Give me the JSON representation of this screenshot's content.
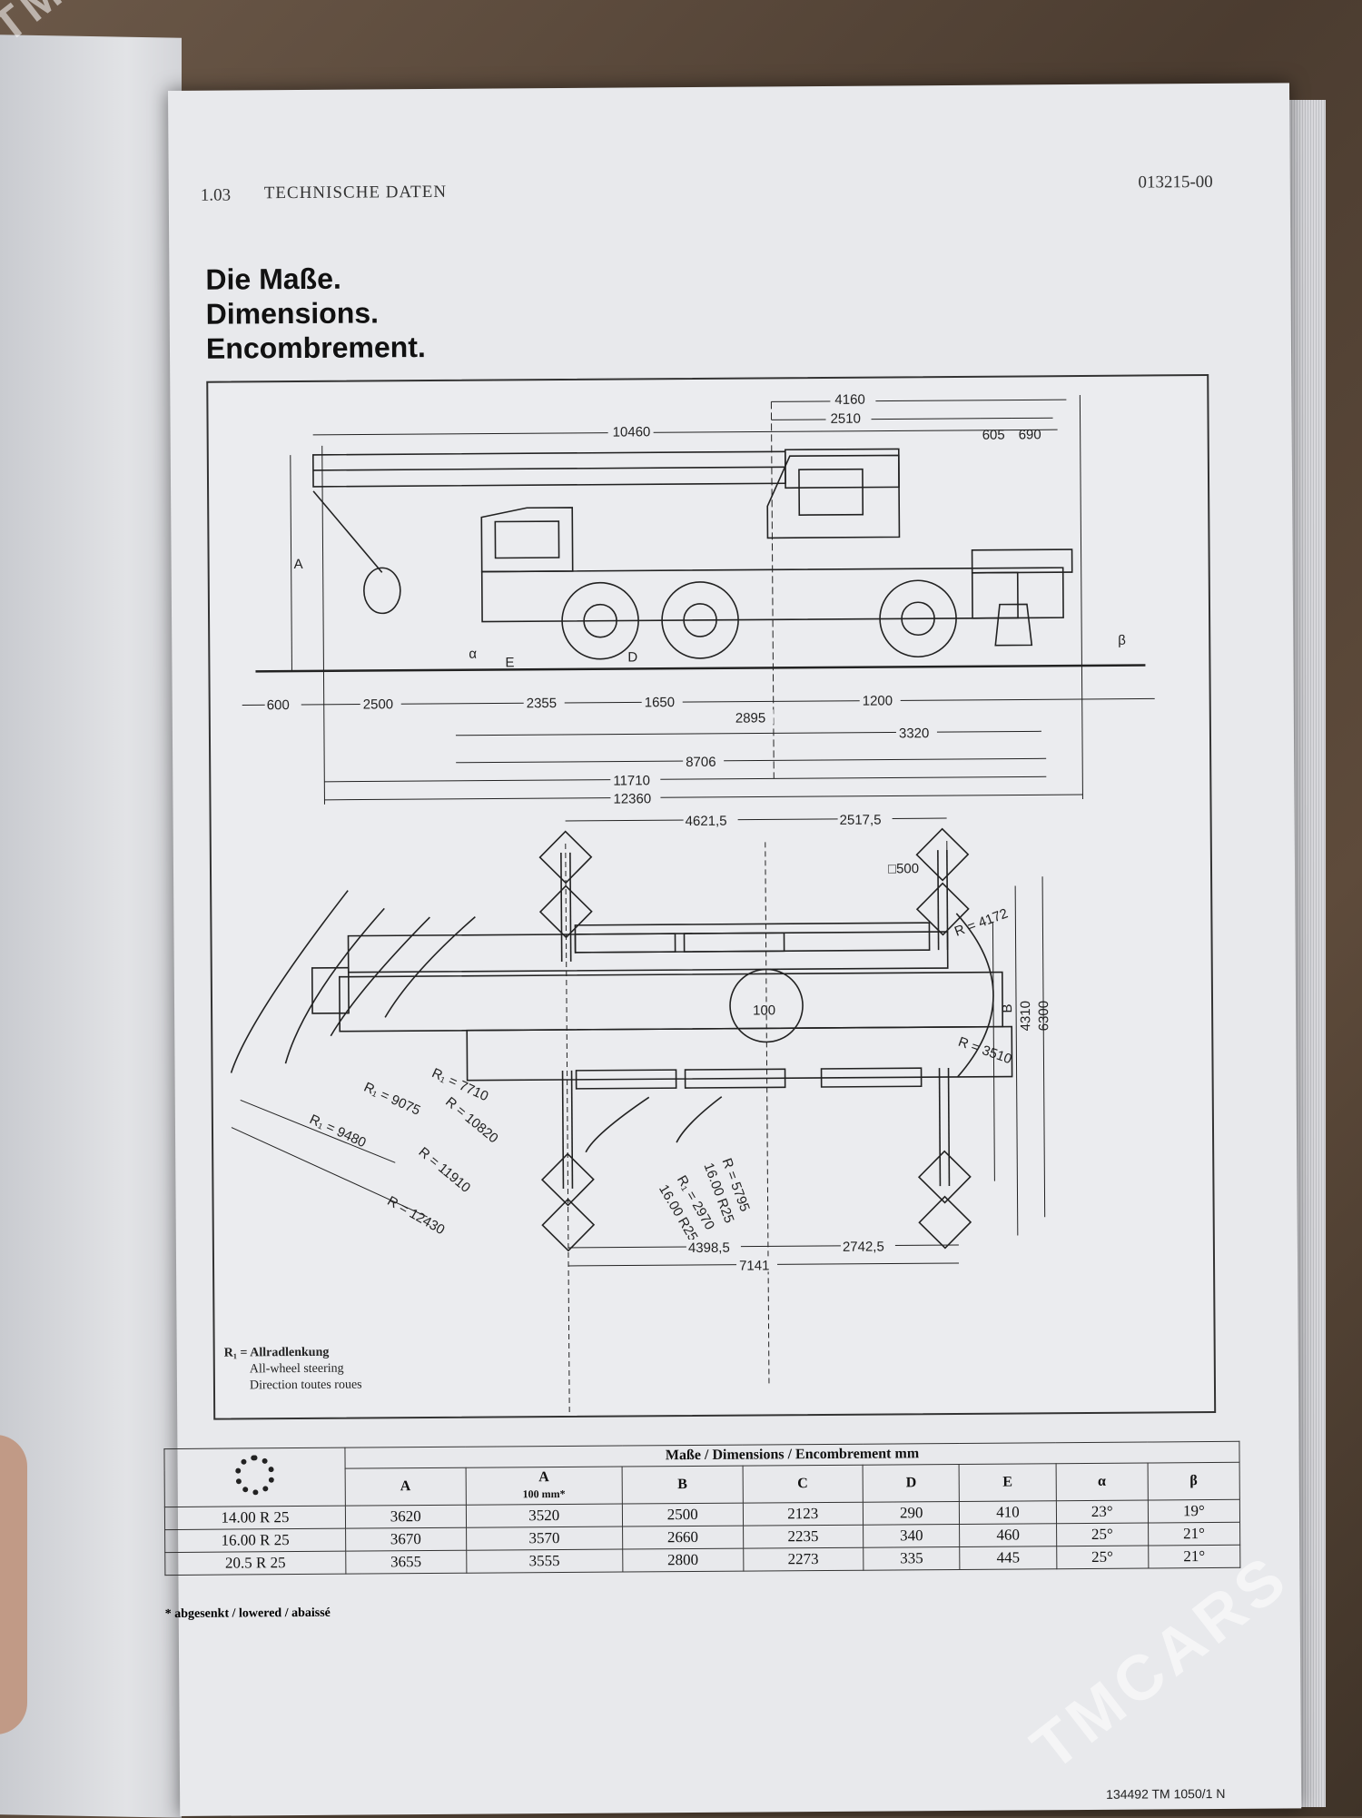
{
  "header": {
    "section": "1.03",
    "title": "TECHNISCHE DATEN",
    "code": "013215-00"
  },
  "titles": [
    "Die Maße.",
    "Dimensions.",
    "Encombrement."
  ],
  "side_view": {
    "top_dims": [
      "4160",
      "2510",
      "605",
      "690",
      "10460"
    ],
    "labels": [
      "A",
      "α",
      "E",
      "D",
      "β"
    ],
    "bottom_dims": [
      "600",
      "2500",
      "2355",
      "1650",
      "1200",
      "2895",
      "3320",
      "8706",
      "11710",
      "12360"
    ]
  },
  "plan_view": {
    "top_dims": [
      "4621,5",
      "2517,5"
    ],
    "outrigger_pad": "□500",
    "center_offset": "100",
    "radii": [
      "R = 4172",
      "R = 3510",
      "R₁ = 7710",
      "R = 10820",
      "R₁ = 9075",
      "R₁ = 9480",
      "R = 11910",
      "R = 12430",
      "R = 5795",
      "16.00 R25",
      "R₁ = 2970",
      "16.00 R25"
    ],
    "side_dims": [
      "B",
      "4310",
      "6300"
    ],
    "bottom_dims": [
      "4398,5",
      "2742,5",
      "7141"
    ]
  },
  "legend": {
    "line1": "R₁ = Allradlenkung",
    "line2": "All-wheel steering",
    "line3": "Direction toutes roues"
  },
  "table": {
    "caption": "Maße / Dimensions / Encombrement mm",
    "headers": [
      "A",
      "A",
      "B",
      "C",
      "D",
      "E",
      "α",
      "β"
    ],
    "sub_header": "100 mm*",
    "rows": [
      [
        "14.00 R 25",
        "3620",
        "3520",
        "2500",
        "2123",
        "290",
        "410",
        "23°",
        "19°"
      ],
      [
        "16.00 R 25",
        "3670",
        "3570",
        "2660",
        "2235",
        "340",
        "460",
        "25°",
        "21°"
      ],
      [
        "20.5 R 25",
        "3655",
        "3555",
        "2800",
        "2273",
        "335",
        "445",
        "25°",
        "21°"
      ]
    ],
    "footnote": "* abgesenkt / lowered / abaissé"
  },
  "doc_number": "134492   TM 1050/1 N",
  "watermark": "TMCARS",
  "watermark_corner": "TM"
}
